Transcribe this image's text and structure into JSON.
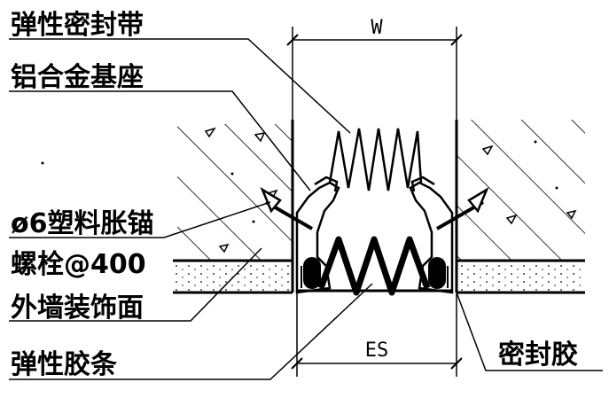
{
  "labels": {
    "elastic_seal_strip": "弹性密封带",
    "aluminum_base": "铝合金基座",
    "anchor_line1": "ø6塑料胀锚",
    "anchor_line2": "螺栓@400",
    "exterior_finish": "外墙装饰面",
    "elastic_rubber_strip": "弹性胶条",
    "sealant": "密封胶"
  },
  "dimensions": {
    "top": "W",
    "bottom": "ES"
  }
}
